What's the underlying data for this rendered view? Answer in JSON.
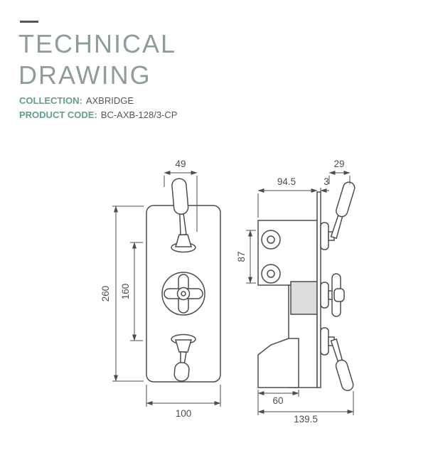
{
  "header": {
    "title_line1": "TECHNICAL",
    "title_line2": "DRAWING",
    "collection_label": "COLLECTION:",
    "collection_value": "AXBRIDGE",
    "product_code_label": "PRODUCT CODE:",
    "product_code_value": "BC-AXB-128/3-CP"
  },
  "drawing": {
    "front_view": {
      "handle_span": "49",
      "plate_height": "260",
      "control_spacing": "160",
      "plate_width": "100"
    },
    "side_view": {
      "body_depth": "94.5",
      "plate_thickness": "3",
      "handle_span": "29",
      "port_span": "87",
      "outlet_depth": "60",
      "overall_depth": "139.5"
    },
    "colors": {
      "line": "#4c4d4f",
      "title": "#8e9e96",
      "accent_green": "#5fa183",
      "body_text": "#54565a"
    }
  }
}
